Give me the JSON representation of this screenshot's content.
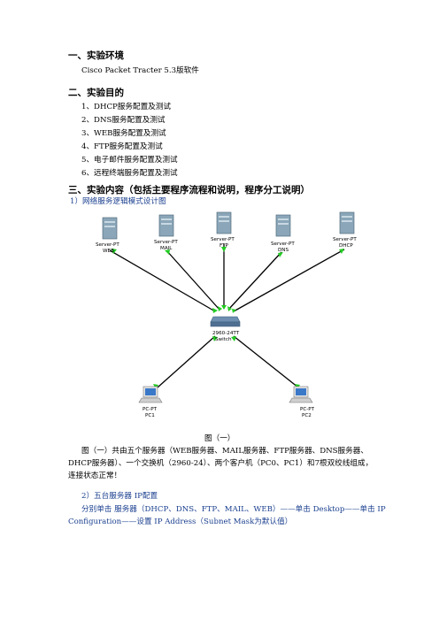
{
  "section1": {
    "heading": "一、实验环境",
    "software": "Cisco Packet Tracter 5.3版软件"
  },
  "section2": {
    "heading": "二、实验目的",
    "items": [
      "1、DHCP服务配置及测试",
      "2、DNS服务配置及测试",
      "3、WEB服务配置及测试",
      "4、FTP服务配置及测试",
      "5、电子邮件服务配置及测试",
      "6、远程终端服务配置及测试"
    ]
  },
  "section3": {
    "heading": "三、实验内容（包括主要程序流程和说明，程序分工说明）",
    "sub1": "1）网络服务逻辑模式设计图",
    "diagram": {
      "servers": [
        {
          "type": "Server-PT",
          "name": "WEB"
        },
        {
          "type": "Server-PT",
          "name": "MAIL"
        },
        {
          "type": "Server-PT",
          "name": "FTP"
        },
        {
          "type": "Server-PT",
          "name": "DNS"
        },
        {
          "type": "Server-PT",
          "name": "DHCP"
        }
      ],
      "switch": {
        "model": "2960-24TT",
        "name": "Switch"
      },
      "pcs": [
        {
          "type": "PC-PT",
          "name": "PC1"
        },
        {
          "type": "PC-PT",
          "name": "PC2"
        }
      ],
      "colors": {
        "link": "#000000",
        "port_up": "#22cc22",
        "server_body": "#8aa6b8",
        "pc_screen": "#3a78c8"
      }
    },
    "caption": "图（一）",
    "desc_line1": "图（一）共由五个服务器（WEB服务器、MAIL服务器、FTP服务器、DNS服务器、",
    "desc_line2": "DHCP服务器）、一个交换机（2960-24）、两个客户机（PC0、PC1）和7根双绞线组成，",
    "desc_line3": "连接状态正常！",
    "sub2": "2）五台服务器 IP配置",
    "instr_line1": "分别单击 服务器（DHCP、DNS、FTP、MAIL、WEB）——单击 Desktop——单击 IP",
    "instr_line2": "Configuration——设置 IP Address（Subnet Mask为默认值）"
  }
}
